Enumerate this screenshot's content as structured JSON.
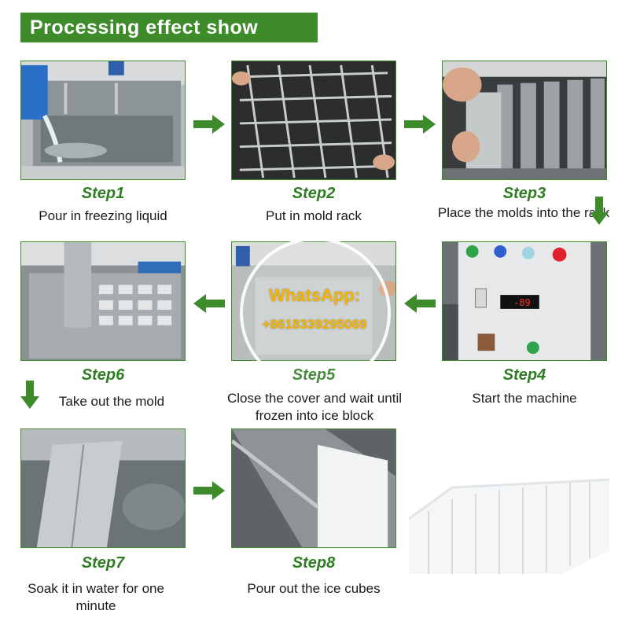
{
  "header": {
    "title": "Processing effect show"
  },
  "steps": [
    {
      "label": "Step1",
      "caption": "Pour in freezing liquid"
    },
    {
      "label": "Step2",
      "caption": "Put in mold rack"
    },
    {
      "label": "Step3",
      "caption": "Place the molds into the rack"
    },
    {
      "label": "Step4",
      "caption": "Start the machine"
    },
    {
      "label": "Step5",
      "caption": "Close the cover and wait until frozen into ice block"
    },
    {
      "label": "Step6",
      "caption": "Take out the mold"
    },
    {
      "label": "Step7",
      "caption": "Soak it in water for one minute"
    },
    {
      "label": "Step8",
      "caption": "Pour out the ice cubes"
    }
  ],
  "watermark": {
    "title": "WhatsApp:",
    "number": "+8618339295069"
  },
  "panel": {
    "display": "-89"
  },
  "colors": {
    "brand_green": "#3d8b2a",
    "step_green": "#2e7d22",
    "watermark_yellow": "#f4b400"
  }
}
